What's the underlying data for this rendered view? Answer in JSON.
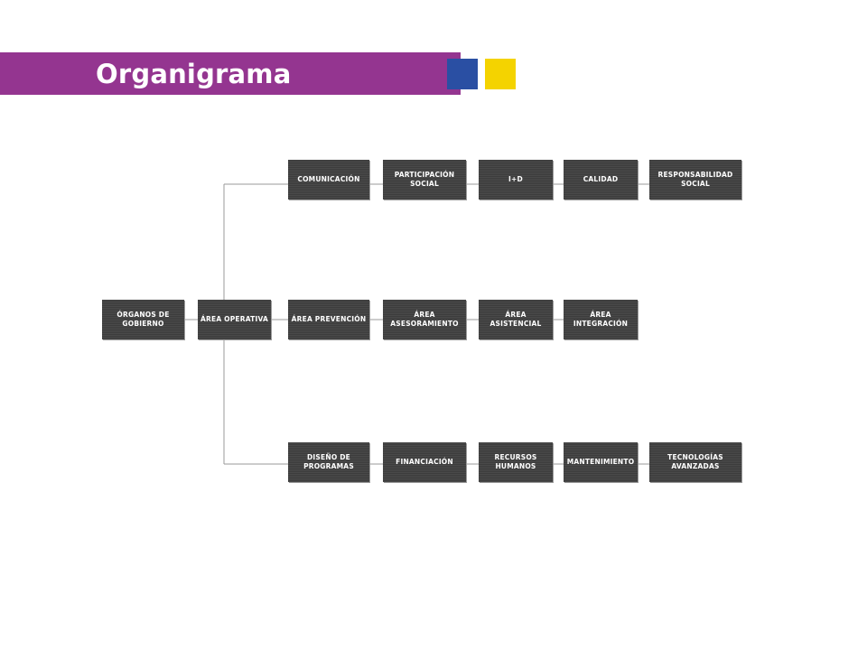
{
  "header": {
    "title": "Organigrama",
    "colors": {
      "bar": "#943590",
      "square_blue": "#2a4fa3",
      "square_yellow": "#f4d300"
    }
  },
  "chart": {
    "root": "ÓRGANOS DE\nGOBIERNO",
    "operativa": "ÁREA   OPERATIVA",
    "row_top": [
      "COMUNICACIÓN",
      "PARTICIPACIÓN\nSOCIAL",
      "I+D",
      "CALIDAD",
      "RESPONSABILIDAD\nSOCIAL"
    ],
    "row_middle": [
      "ÁREA PREVENCIÓN",
      "ÁREA\nASESORAMIENTO",
      "ÁREA\nASISTENCIAL",
      "ÁREA\nINTEGRACIÓN"
    ],
    "row_bottom": [
      "DISEÑO DE\nPROGRAMAS",
      "FINANCIACIÓN",
      "RECURSOS\nHUMANOS",
      "MANTENIMIENTO",
      "TECNOLOGÍAS\nAVANZADAS"
    ]
  }
}
